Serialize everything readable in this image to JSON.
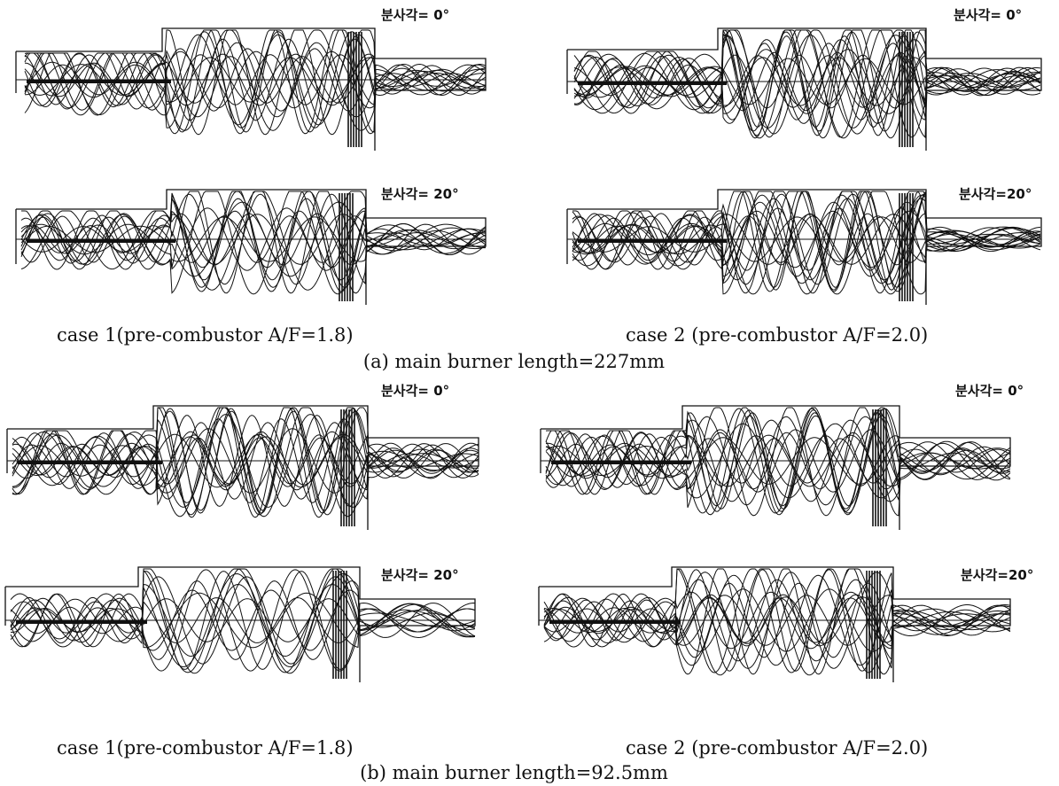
{
  "figure": {
    "section_a": {
      "caption": "(a) main burner length=227mm",
      "case1_label": "case 1(pre-combustor A/F=1.8)",
      "case2_label": "case 2 (pre-combustor A/F=2.0)",
      "panels": [
        {
          "id": "a1-0",
          "angle": "분사각= 0°"
        },
        {
          "id": "a2-0",
          "angle": "분사각= 0°"
        },
        {
          "id": "a1-20",
          "angle": "분사각= 20°"
        },
        {
          "id": "a2-20",
          "angle": "분사각=20°"
        }
      ]
    },
    "section_b": {
      "caption": "(b) main burner length=92.5mm",
      "case1_label": "case 1(pre-combustor A/F=1.8)",
      "case2_label": "case 2 (pre-combustor A/F=2.0)",
      "panels": [
        {
          "id": "b1-0",
          "angle": "분사각= 0°"
        },
        {
          "id": "b2-0",
          "angle": "분사각= 0°"
        },
        {
          "id": "b1-20",
          "angle": "분사각= 20°"
        },
        {
          "id": "b2-20",
          "angle": "분사각=20°"
        }
      ]
    }
  },
  "colors": {
    "line": "#111111",
    "background": "#ffffff"
  }
}
